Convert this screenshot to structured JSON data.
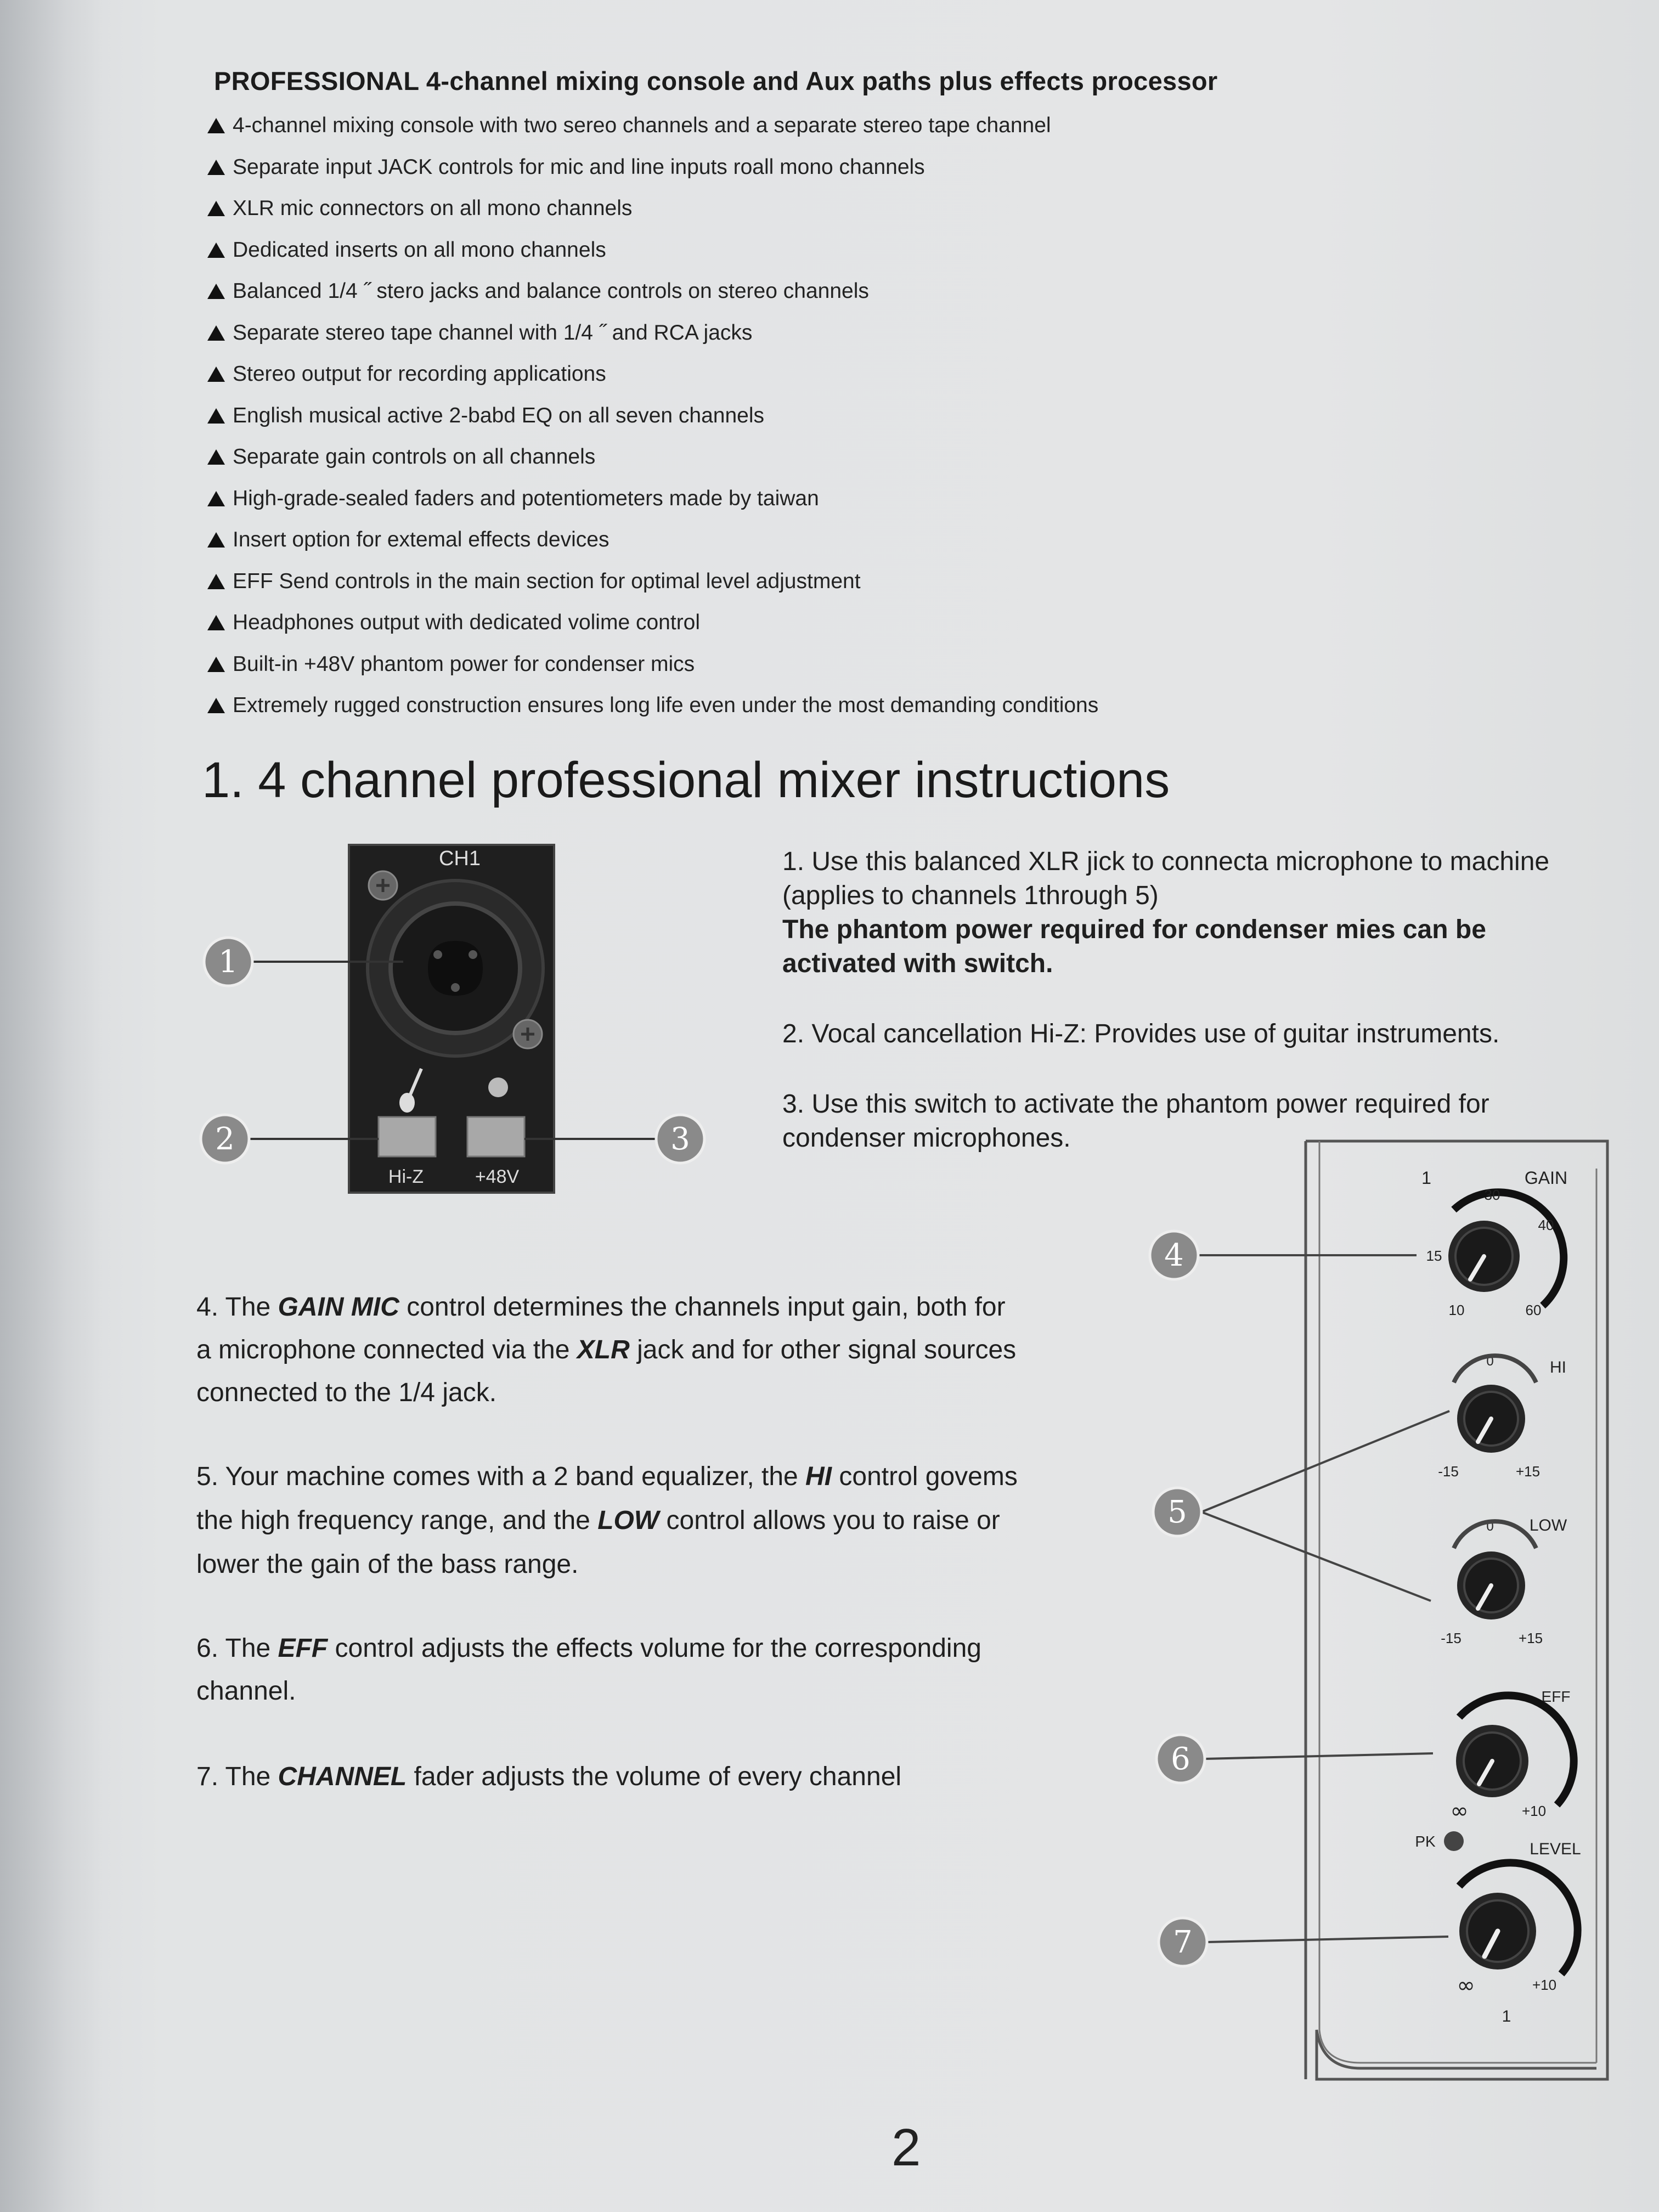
{
  "header": {
    "title": "PROFESSIONAL 4-channel mixing console and Aux paths plus effects processor"
  },
  "features": [
    "4-channel mixing console with two sereo channels and a separate stereo tape channel",
    "Separate input JACK controls for mic and line inputs roall mono channels",
    "XLR mic connectors on all mono channels",
    "Dedicated inserts on all mono channels",
    "Balanced 1/4 ˝ stero jacks and balance controls on stereo channels",
    "Separate stereo tape channel with 1/4 ˝  and RCA jacks",
    "Stereo output for recording applications",
    "English musical active 2-babd EQ on all seven channels",
    "Separate gain controls on all channels",
    "High-grade-sealed faders and potentiometers made by taiwan",
    "Insert option for extemal effects devices",
    "EFF Send controls in the main section for optimal level adjustment",
    "Headphones output with dedicated volime control",
    "Built-in +48V phantom power for condenser mics",
    "Extremely rugged construction ensures long life even under the most demanding conditions"
  ],
  "section": {
    "title": "1. 4 channel professional mixer instructions"
  },
  "panel_ch1": {
    "label": "CH1",
    "hiz_label": "Hi-Z",
    "phantom_label": "+48V"
  },
  "callouts": [
    "1",
    "2",
    "3",
    "4",
    "5",
    "6",
    "7"
  ],
  "instructions": {
    "i1_line1": "1. Use this balanced XLR jick to connecta microphone to machine",
    "i1_line2": "(applies to channels 1through 5)",
    "i1_bold1": "The phantom power required for condenser mies can be",
    "i1_bold2": "activated with switch.",
    "i2": "2. Vocal cancellation Hi-Z:  Provides use of guitar instruments.",
    "i3_line1": "3. Use this switch to activate the phantom power required for",
    "i3_line2": "condenser microphones.",
    "i4_pre": "4. The ",
    "i4_b1": "GAIN MIC",
    "i4_mid": " control determines the channels input gain, both for",
    "i4_l2_pre": "a microphone connected via the ",
    "i4_b2": "XLR",
    "i4_l2_post": " jack and for other signal sources",
    "i4_l3": "connected to the 1/4 jack.",
    "i5_pre": "5. Your machine comes with a 2 band equalizer, the ",
    "i5_b1": "HI",
    "i5_post": " control govems",
    "i5_l2_pre": "the high frequency range, and the ",
    "i5_b2": "LOW",
    "i5_l2_post": " control allows you to raise or",
    "i5_l3": "lower the gain of the bass range.",
    "i6_pre": "6. The ",
    "i6_b": "EFF",
    "i6_post": " control adjusts the effects volume for the corresponding",
    "i6_l2": "channel.",
    "i7_pre": "7. The ",
    "i7_b": "CHANNEL",
    "i7_post": " fader adjusts the volume of every channel"
  },
  "strip": {
    "channel_top": "1",
    "gain_label": "GAIN",
    "gain_30": "30",
    "gain_40": "40",
    "gain_15": "15",
    "gain_10": "10",
    "gain_60": "60",
    "hi_label": "HI",
    "hi_0": "0",
    "hi_min": "-15",
    "hi_max": "+15",
    "low_label": "LOW",
    "low_0": "0",
    "low_min": "-15",
    "low_max": "+15",
    "eff_label": "EFF",
    "eff_min": "∞",
    "eff_max": "+10",
    "pk_label": "PK",
    "level_label": "LEVEL",
    "level_min": "∞",
    "level_max": "+10",
    "channel_bottom": "1"
  },
  "page_number": "2"
}
